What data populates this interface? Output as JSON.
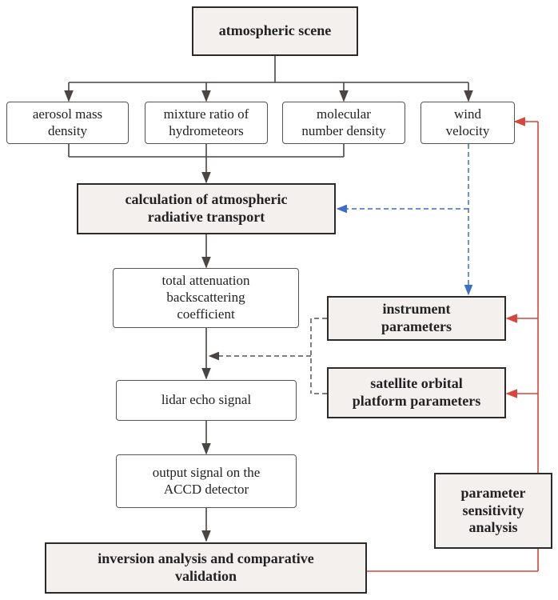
{
  "diagram": {
    "nodes": {
      "scene": "atmospheric scene",
      "aerosol": "aerosol mass\ndensity",
      "mixture": "mixture ratio of\nhydrometeors",
      "molecular": "molecular\nnumber density",
      "wind": "wind\nvelocity",
      "calc": "calculation of atmospheric\nradiative transport",
      "attenuation": "total attenuation\nbackscattering\ncoefficient",
      "instrument": "instrument\nparameters",
      "lidar": "lidar echo signal",
      "satellite": "satellite orbital\nplatform parameters",
      "output": "output signal on the\nACCD detector",
      "sensitivity": "parameter\nsensitivity\nanalysis",
      "inversion": "inversion analysis and comparative\nvalidation"
    },
    "colors": {
      "flow": "#4a4443",
      "dashed_blue": "#3d6fc4",
      "dashed_gray": "#555555",
      "feedback": "#d9453b",
      "bold_fill": "#f3f0ee"
    }
  }
}
